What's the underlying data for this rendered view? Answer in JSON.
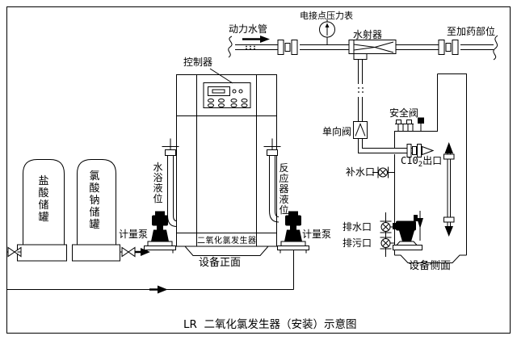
{
  "title": "LR  二氧化氯发生器（安装）示意图",
  "colors": {
    "line": "#000000",
    "background": "#ffffff"
  },
  "labels": {
    "power_water_pipe": "动力水管",
    "contact_pressure_gauge": "电接点压力表",
    "water_ejector": "水射器",
    "to_dosing_site": "至加药部位",
    "controller": "控制器",
    "safety_valve": "安全阀",
    "check_valve": "单向阀",
    "clo2_outlet_prefix": "C10",
    "clo2_outlet_sub": "2",
    "clo2_outlet_suffix": "出口",
    "makeup_water_port": "补水口",
    "drain_port": "排水口",
    "sewage_port": "排污口",
    "equipment_side_view": "设备侧面",
    "equipment_front_view": "设备正面",
    "generator_nameplate": "二氧化氯发生器",
    "metering_pump_left": "计量泵",
    "metering_pump_right": "计量泵",
    "water_bath_level": "水浴液位",
    "reactor_level": "反应器液位",
    "hcl_tank": "盐酸储罐",
    "naclo3_tank": "氯酸钠储罐"
  }
}
